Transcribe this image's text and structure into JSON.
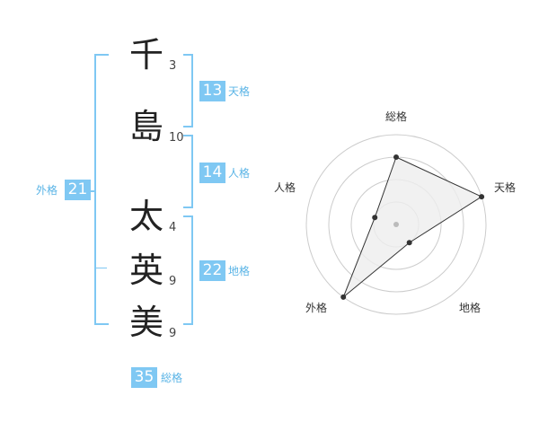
{
  "name_chars": [
    {
      "char": "千",
      "strokes": "3"
    },
    {
      "char": "島",
      "strokes": "10"
    },
    {
      "char": "太",
      "strokes": "4"
    },
    {
      "char": "英",
      "strokes": "9"
    },
    {
      "char": "美",
      "strokes": "9"
    }
  ],
  "kakusu": {
    "tenkaku": {
      "value": "13",
      "label": "天格"
    },
    "jinkaku": {
      "value": "14",
      "label": "人格"
    },
    "chikaku": {
      "value": "22",
      "label": "地格"
    },
    "gaikaku": {
      "value": "21",
      "label": "外格"
    },
    "soukaku": {
      "value": "35",
      "label": "総格"
    }
  },
  "radar": {
    "axes": [
      "総格",
      "天格",
      "地格",
      "外格",
      "人格"
    ],
    "levels": 4,
    "values": [
      0.75,
      1.0,
      0.25,
      1.0,
      0.25
    ],
    "colors": {
      "ring": "#cccccc",
      "fill": "#eeeeee",
      "line": "#333333",
      "point": "#333333",
      "center": "#bbbbbb"
    }
  }
}
